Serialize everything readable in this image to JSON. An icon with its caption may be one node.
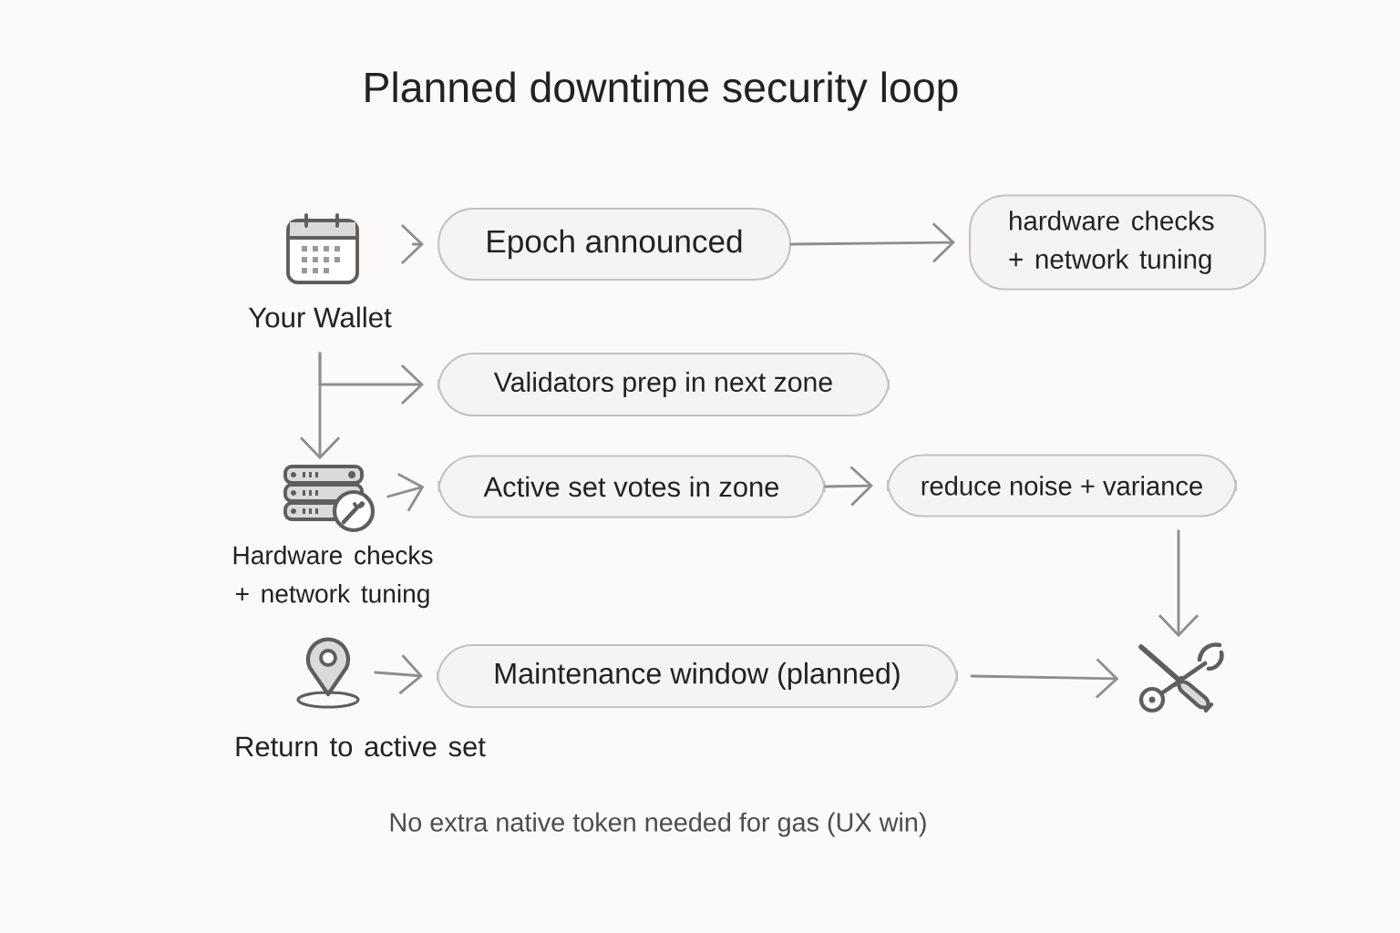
{
  "diagram": {
    "title": "Planned downtime security loop",
    "caption": "No extra native token needed for gas (UX win)",
    "nodes": [
      {
        "text": [
          "Your Wallet"
        ]
      },
      {
        "text": [
          "Epoch announced"
        ]
      },
      {
        "text": [
          "hardware checks + network tuning"
        ]
      },
      {
        "text": [
          "Validators prep in next zone"
        ]
      },
      {
        "text": [],
        "shape": "picture",
        "beside": [
          "Hardware checks + network tuning"
        ]
      },
      {
        "text": [
          "Active set votes in zone"
        ]
      },
      {
        "text": [
          "reduce noise + variance"
        ]
      },
      {
        "text": [],
        "shape": "picture",
        "beside": [
          "Return to active set"
        ]
      },
      {
        "text": [
          "Maintenance window (planned)"
        ]
      },
      {
        "text": [],
        "shape": "picture"
      }
    ],
    "edges": [
      {
        "from": 0,
        "to": 1,
        "arrow": "to"
      },
      {
        "from": 1,
        "to": 2,
        "arrow": "to"
      },
      {
        "from": 0,
        "to": 3,
        "arrow": "to"
      },
      {
        "from": 0,
        "to": 4,
        "arrow": "to"
      },
      {
        "from": 4,
        "to": 5,
        "arrow": "to"
      },
      {
        "from": 5,
        "to": 6,
        "arrow": "to"
      },
      {
        "from": 6,
        "to": 9,
        "arrow": "to"
      },
      {
        "from": 7,
        "to": 8,
        "arrow": "to"
      },
      {
        "from": 8,
        "to": 9,
        "arrow": "to"
      }
    ]
  }
}
